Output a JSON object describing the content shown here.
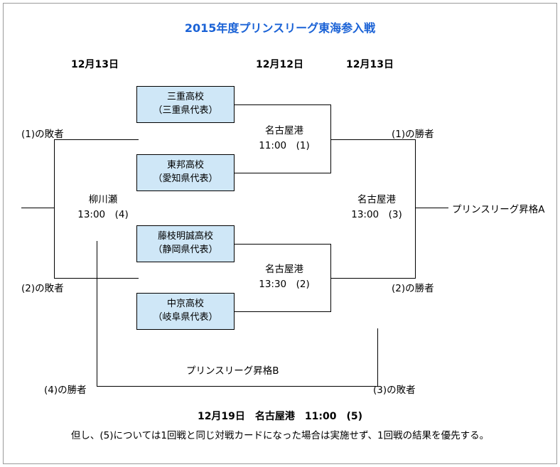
{
  "header": {
    "title": "2015年度プリンスリーグ東海参入戦"
  },
  "column_dates": [
    {
      "label": "12月13日"
    },
    {
      "label": "12月12日"
    },
    {
      "label": "12月13日"
    }
  ],
  "teams": [
    {
      "name": "三重高校",
      "qualifier": "（三重県代表）"
    },
    {
      "name": "東邦高校",
      "qualifier": "（愛知県代表）"
    },
    {
      "name": "藤枝明誠高校",
      "qualifier": "（静岡県代表）"
    },
    {
      "name": "中京高校",
      "qualifier": "（岐阜県代表）"
    }
  ],
  "matches": {
    "m1": {
      "venue": "名古屋港",
      "time": "11:00　(1)"
    },
    "m2": {
      "venue": "名古屋港",
      "time": "13:30　(2)"
    },
    "m3": {
      "venue": "名古屋港",
      "time": "13:00　(3)"
    },
    "m4": {
      "venue": "柳川瀬",
      "time": "13:00　(4)"
    }
  },
  "labels": {
    "loser1": "(1)の敗者",
    "loser2": "(2)の敗者",
    "winner1": "(1)の勝者",
    "winner2": "(2)の勝者",
    "winner4": "(4)の勝者",
    "loser3": "(3)の敗者",
    "promote_a": "プリンスリーグ昇格A",
    "promote_b": "プリンスリーグ昇格B"
  },
  "footer": {
    "match5": "12月19日　名古屋港　11:00　(5)",
    "condition": "但し、(5)については1回戦と同じ対戦カードになった場合は実施せず、1回戦の結果を優先する。"
  },
  "colors": {
    "title": "#1a62d6",
    "team_box_fill": "#cfe7f7",
    "line": "#000000",
    "frame": "#9a9a9a"
  }
}
